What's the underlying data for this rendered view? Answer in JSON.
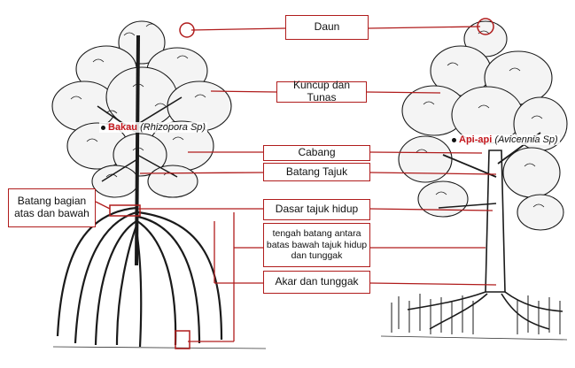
{
  "labels": {
    "daun": "Daun",
    "kuncup": "Kuncup dan Tunas",
    "cabang": "Cabang",
    "batang_tajuk": "Batang Tajuk",
    "batang_bagian": "Batang bagian atas dan bawah",
    "dasar_tajuk": "Dasar tajuk hidup",
    "tengah_batang": "tengah batang antara batas bawah tajuk hidup dan tunggak",
    "akar": "Akar dan tunggak"
  },
  "species": {
    "bakau": {
      "name": "Bakau",
      "scientific": "(Rhizopora Sp)"
    },
    "apiapi": {
      "name": "Api-api",
      "scientific": "(Avicennia Sp)"
    }
  },
  "colors": {
    "accent": "#b01c1c",
    "ink": "#1a1a1a"
  }
}
